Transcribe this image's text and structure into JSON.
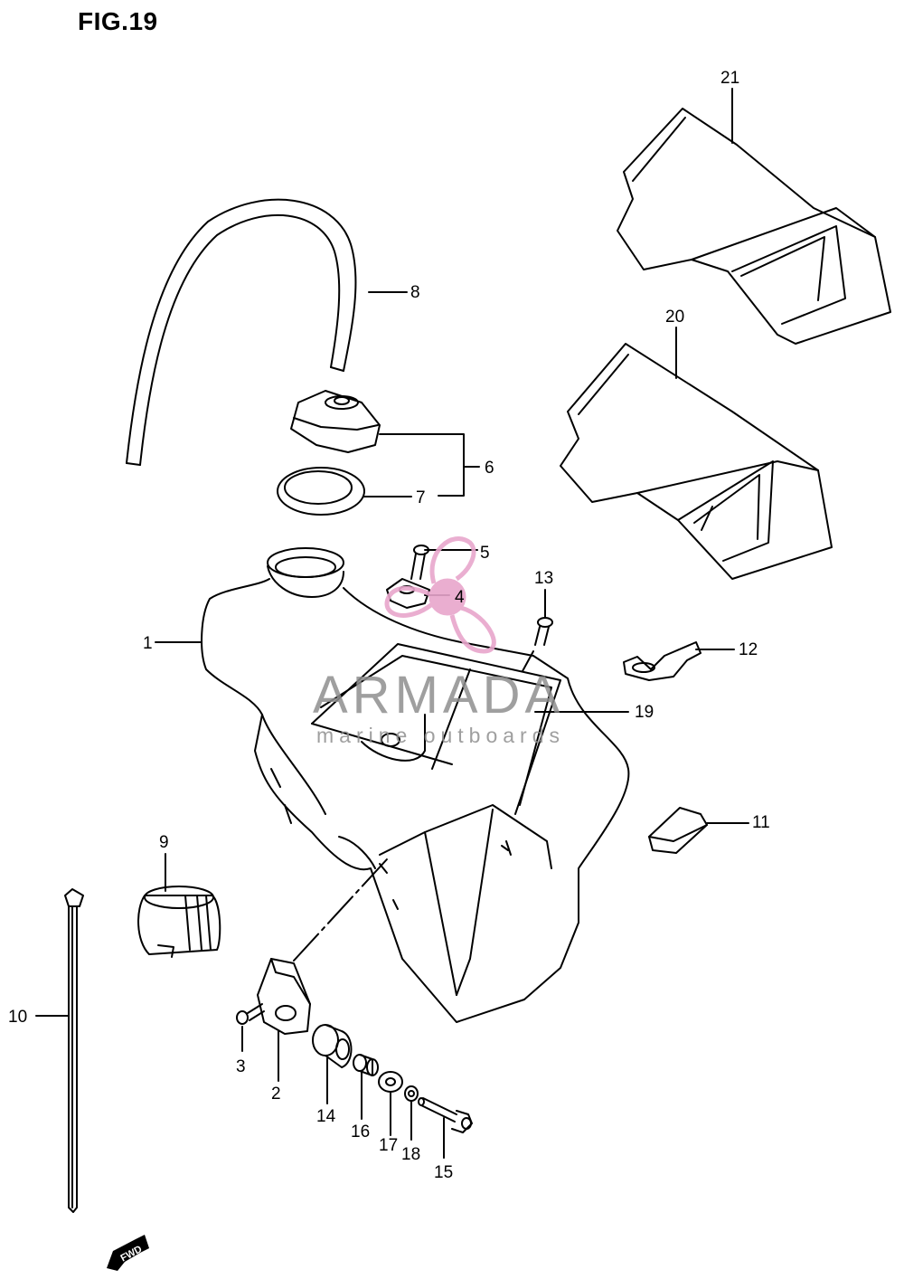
{
  "figure": {
    "title": "FIG.19"
  },
  "callouts": [
    "1",
    "2",
    "3",
    "4",
    "5",
    "6",
    "7",
    "8",
    "9",
    "10",
    "11",
    "12",
    "13",
    "14",
    "15",
    "16",
    "17",
    "18",
    "19",
    "20",
    "21"
  ],
  "watermark": {
    "brand": "ARMADA",
    "tagline": "marine outboards",
    "color": "#e8a6cc"
  },
  "direction_badge": {
    "text": "FWD"
  }
}
